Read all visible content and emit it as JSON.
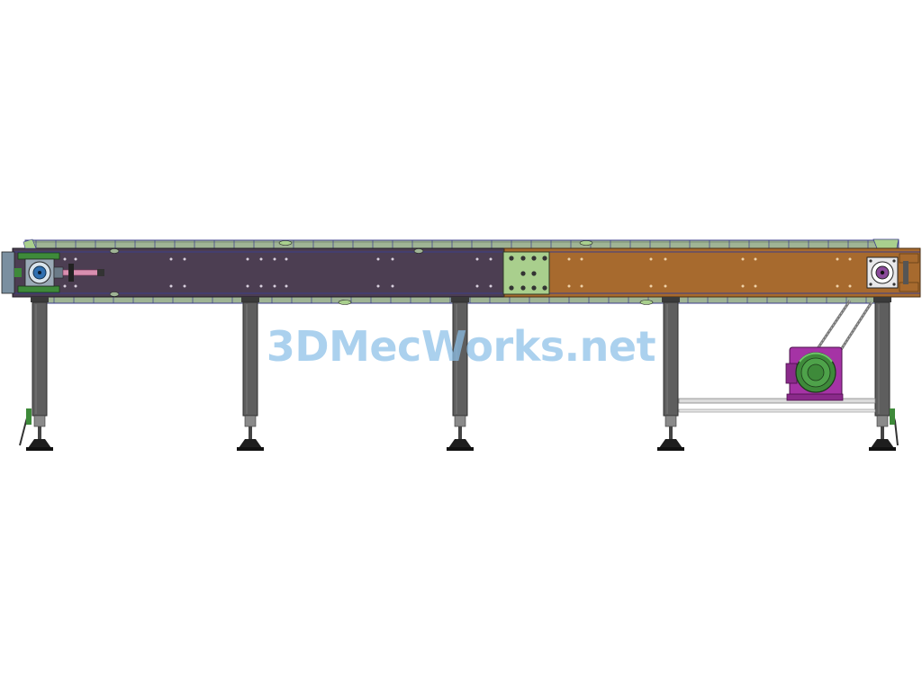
{
  "drawing": {
    "subject": "conveyor-side-elevation",
    "colors": {
      "frame_left": "#4c3e52",
      "frame_right": "#a76a2e",
      "rail_top": "#8aa07e",
      "rail_edge": "#3b3d8a",
      "leg": "#5e5e5e",
      "leg_edge": "#2f2f2f",
      "foot": "#1e1e1e",
      "joint_plate": "#a9cf8d",
      "motor_green": "#3e8a3a",
      "motor_purple": "#a533a5",
      "bearing_blue": "#2f6fb0",
      "crossbar": "#c8c8c8"
    },
    "legs_count": 5
  },
  "watermark": {
    "text": "3DMecWorks.net"
  }
}
